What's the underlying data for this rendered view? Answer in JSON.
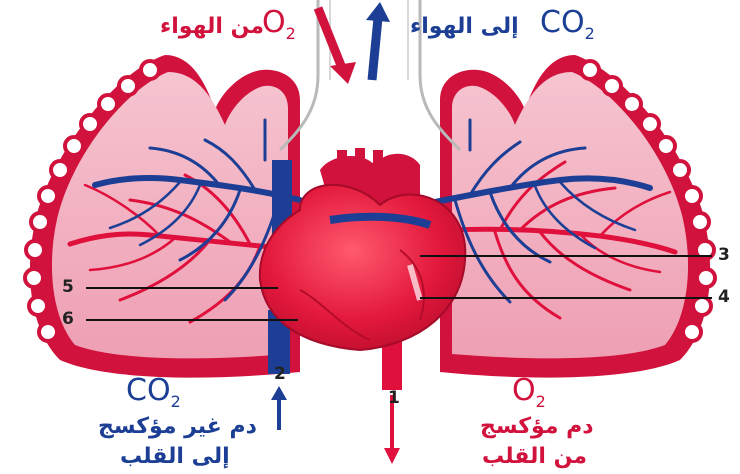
{
  "top": {
    "left_label": "من الهواء",
    "left_formula": "O",
    "left_subscript": "2",
    "right_label": "إلى الهواء",
    "right_formula": "CO",
    "right_subscript": "2"
  },
  "bottom_left": {
    "formula": "CO",
    "subscript": "2",
    "line1": "دم غير مؤكسج",
    "line2": "إلى القلب"
  },
  "bottom_right": {
    "formula": "O",
    "subscript": "2",
    "line1": "دم مؤكسج",
    "line2": "من القلب"
  },
  "numbers": {
    "n1": "1",
    "n2": "2",
    "n3": "3",
    "n4": "4",
    "n5": "5",
    "n6": "6"
  },
  "colors": {
    "oxygenated": "#e0103c",
    "deoxygenated": "#1c3f95",
    "lung": "#f2aabb",
    "lung_edge": "#d0123c"
  }
}
